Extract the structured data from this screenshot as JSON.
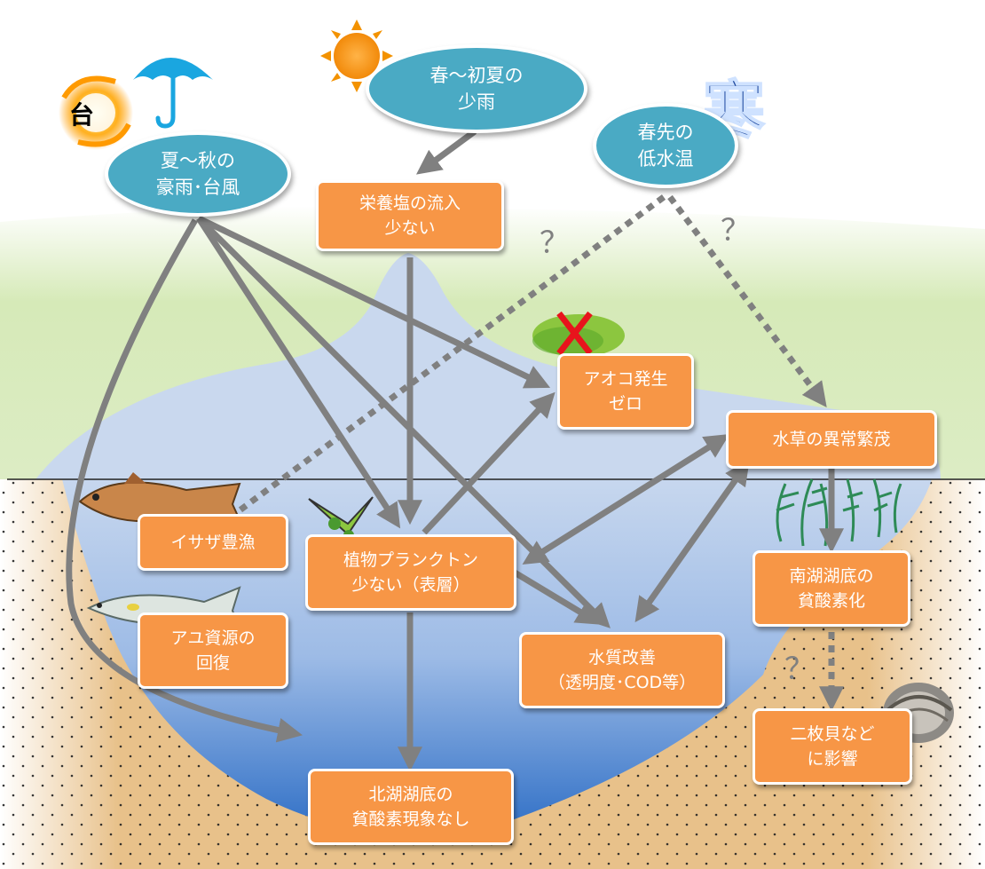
{
  "weather": {
    "summer_rain": "夏～秋の\n豪雨･台風",
    "spring_drought": "春～初夏の\n少雨",
    "cold_spring": "春先の\n低水温"
  },
  "icons": {
    "typhoon_char": "台",
    "cold_char": "寒"
  },
  "boxes": {
    "nutrient": "栄養塩の流入\n少ない",
    "aoko": "アオコ発生\nゼロ",
    "waterweed": "水草の異常繁茂",
    "isaza": "イサザ豊漁",
    "plankton": "植物プランクトン\n少ない（表層）",
    "ayu": "アユ資源の\n回復",
    "water_quality": "水質改善\n（透明度･COD等）",
    "south_hypoxia": "南湖湖底の\n貧酸素化",
    "bivalve": "二枚貝など\nに影響",
    "north_hypoxia": "北湖湖底の\n貧酸素現象なし"
  },
  "question_mark": "？",
  "colors": {
    "ellipse": "#4aaac4",
    "box": "#f79646",
    "arrow": "#808080",
    "lake": "#7ea6dd",
    "sediment": "#deb887",
    "hill": "#d4e8b4"
  }
}
